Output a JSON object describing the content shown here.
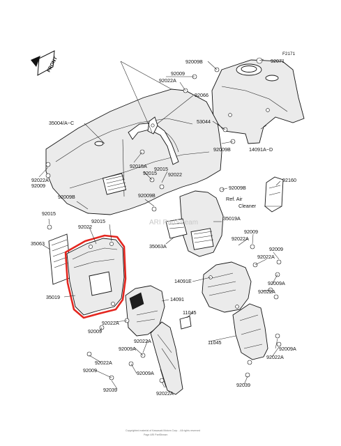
{
  "front_marker": "FRONT",
  "figure_code": "F2171",
  "watermark": "ARI PartStream",
  "footer_lines": [
    "Copyrighted material of Kawasaki Motors Corp. - All rights reserved",
    "Page ARI PartStream"
  ],
  "reference_note": [
    "Ref. Air",
    "Cleaner"
  ],
  "colors": {
    "highlight": "#e4261f",
    "ink": "#111111",
    "watermark": "#c8c8c8"
  },
  "labels": {
    "p92009B_top": "92009B",
    "p92071": "92071",
    "p92009_top": "92009",
    "p92022A_top": "92022A",
    "p92066": "92066",
    "p35004": "35004/A~C",
    "p53044": "53044",
    "p92009B_mid": "92009B",
    "p14091A": "14091A~D",
    "p92022A_left": "92022A",
    "p92009_left": "92009",
    "p92015A": "92015A",
    "p92015_a": "92015",
    "p92015_b": "92015",
    "p92022_mid": "92022",
    "p92009B_right": "92009B",
    "p92160": "92160",
    "p92009B_low": "92009B",
    "p92009B_c": "92009B",
    "p35019A": "35019A",
    "p92015_left": "92015",
    "p92022_left": "92022",
    "p92015_c": "92015",
    "p35063": "35063",
    "p35063A": "35063A",
    "p92009_r1": "92009",
    "p92022A_r1": "92022A",
    "p92009_r2": "92009",
    "p92022A_r2": "92022A",
    "p14091E": "14091E",
    "p92009A_r1": "92009A",
    "p92022A_r3": "92022A",
    "p35019": "35019",
    "p14091": "14091",
    "p92022A_low": "92022A",
    "p11045_a": "11045",
    "p92009_low": "92009",
    "p92022A_b1": "92022A",
    "p92009A_b1": "92009A",
    "p11045_b": "11045",
    "p92009A_b2": "92009A",
    "p92022A_b2": "92022A",
    "p92022A_b3": "92022A",
    "p92009_b3": "92009",
    "p92009A_b3": "92009A",
    "p92039_a": "92039",
    "p92022A_b4": "92022A",
    "p92039_b": "92039"
  }
}
